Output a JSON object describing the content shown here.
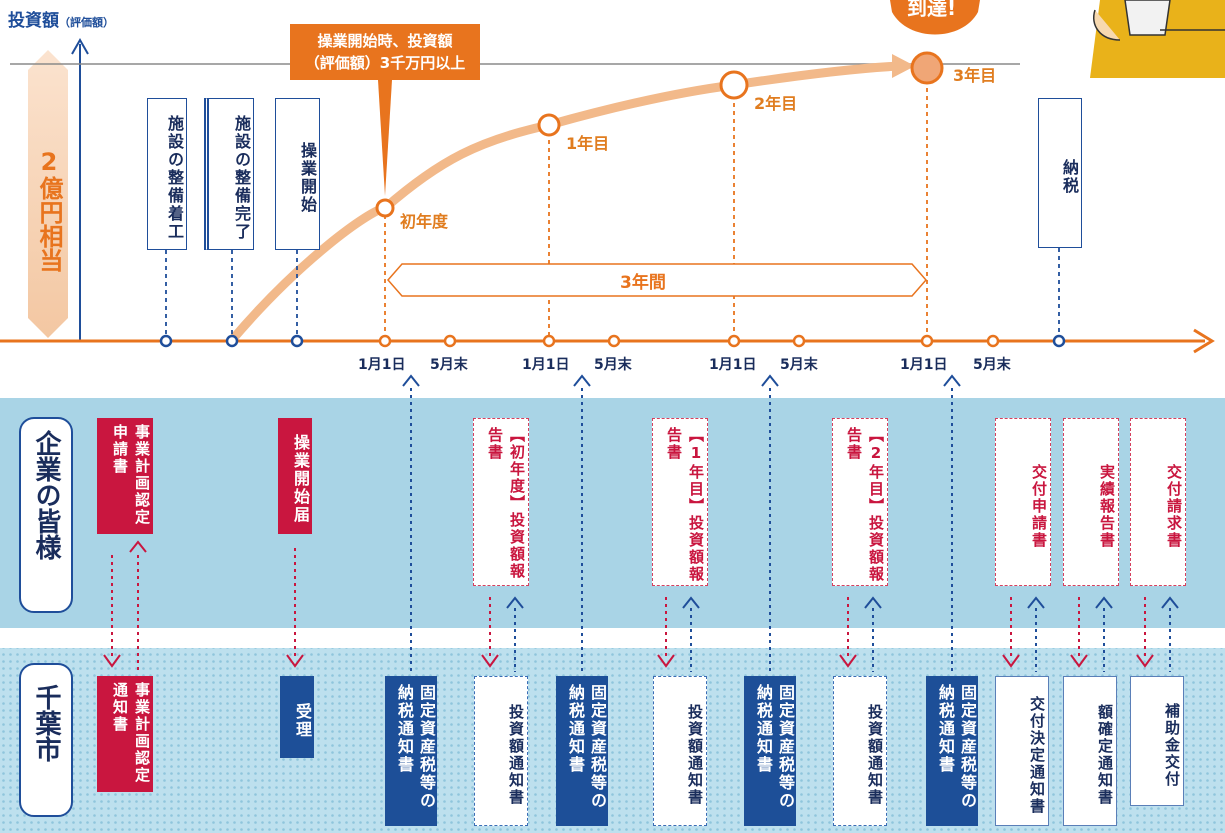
{
  "header": {
    "y_title": "投資額",
    "y_sub": "（評価額）",
    "left_band": "2億円相当",
    "arrival": "到達!"
  },
  "callout": {
    "line1": "操業開始時、投資額",
    "line2": "（評価額）3千万円以上"
  },
  "curve_labels": {
    "first": "初年度",
    "y1": "1年目",
    "y2": "2年目",
    "y3": "3年目"
  },
  "period_label": "3年間",
  "steps": [
    {
      "label": "施設の整備着工"
    },
    {
      "label": "施設の整備完了"
    },
    {
      "label": "操業開始"
    },
    {
      "label": "納税"
    }
  ],
  "ticks": {
    "jan": "1月1日",
    "may": "5月末"
  },
  "rows": {
    "company": "企業の皆様",
    "city": "千葉市"
  },
  "company_docs": [
    {
      "label": "事業計画認定申請書"
    },
    {
      "label": "操業開始届"
    },
    {
      "label": "【初年度】投資額報告書"
    },
    {
      "label": "【1年目】投資額報告書"
    },
    {
      "label": "【2年目】投資額報告書"
    },
    {
      "label": "交付申請書"
    },
    {
      "label": "実績報告書"
    },
    {
      "label": "交付請求書"
    }
  ],
  "city_docs": [
    {
      "label": "事業計画認定通知書"
    },
    {
      "label": "受理"
    },
    {
      "label": "固定資産税等の納税通知書"
    },
    {
      "label": "投資額通知書"
    },
    {
      "label": "交付決定通知書"
    },
    {
      "label": "額確定通知書"
    },
    {
      "label": "補助金交付"
    }
  ],
  "colors": {
    "orange": "#e8741e",
    "curve": "#f2b98a",
    "navy": "#1d4f98",
    "red": "#c9163f",
    "company_band": "#a9d4e6",
    "city_band": "#bde0ee"
  }
}
